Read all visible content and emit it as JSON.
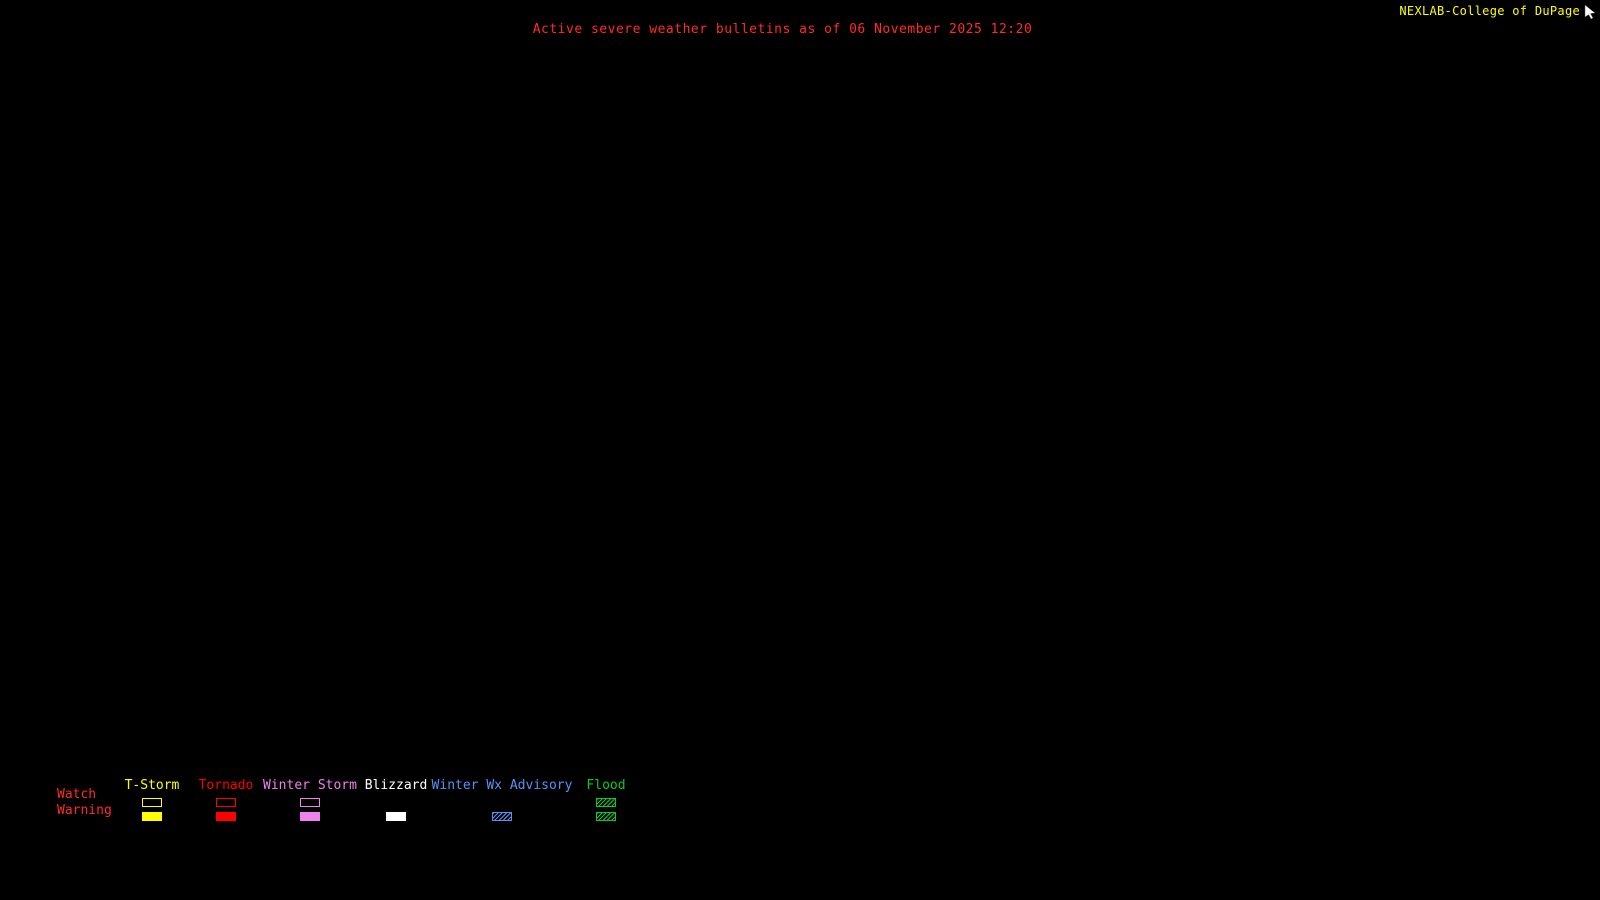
{
  "app": {
    "background": "#000000"
  },
  "header": {
    "title": "Active severe weather bulletins as of 06 November 2025 12:20",
    "title_color": "#ff2a2a",
    "brand": "NEXLAB-College of DuPage",
    "brand_color": "#ffff00",
    "cursor_icon": "cursor-icon"
  },
  "legend": {
    "rows": {
      "watch": "Watch",
      "warning": "Warning",
      "color": "#ff2a2a"
    },
    "columns": [
      {
        "label": "T-Storm",
        "color": "#ffff00",
        "watch": "outline",
        "warning": "filled"
      },
      {
        "label": "Tornado",
        "color": "#ff0000",
        "watch": "outline",
        "warning": "filled"
      },
      {
        "label": "Winter Storm",
        "color": "#ee82ee",
        "watch": "outline",
        "warning": "filled"
      },
      {
        "label": "Blizzard",
        "color": "#ffffff",
        "watch": "none",
        "warning": "filled"
      },
      {
        "label": "Winter Wx Advisory",
        "color": "#5b8ff5",
        "watch": "none",
        "warning": "hatched"
      },
      {
        "label": "Flood",
        "color": "#00cc33",
        "watch": "hatched",
        "warning": "hatched"
      }
    ]
  }
}
